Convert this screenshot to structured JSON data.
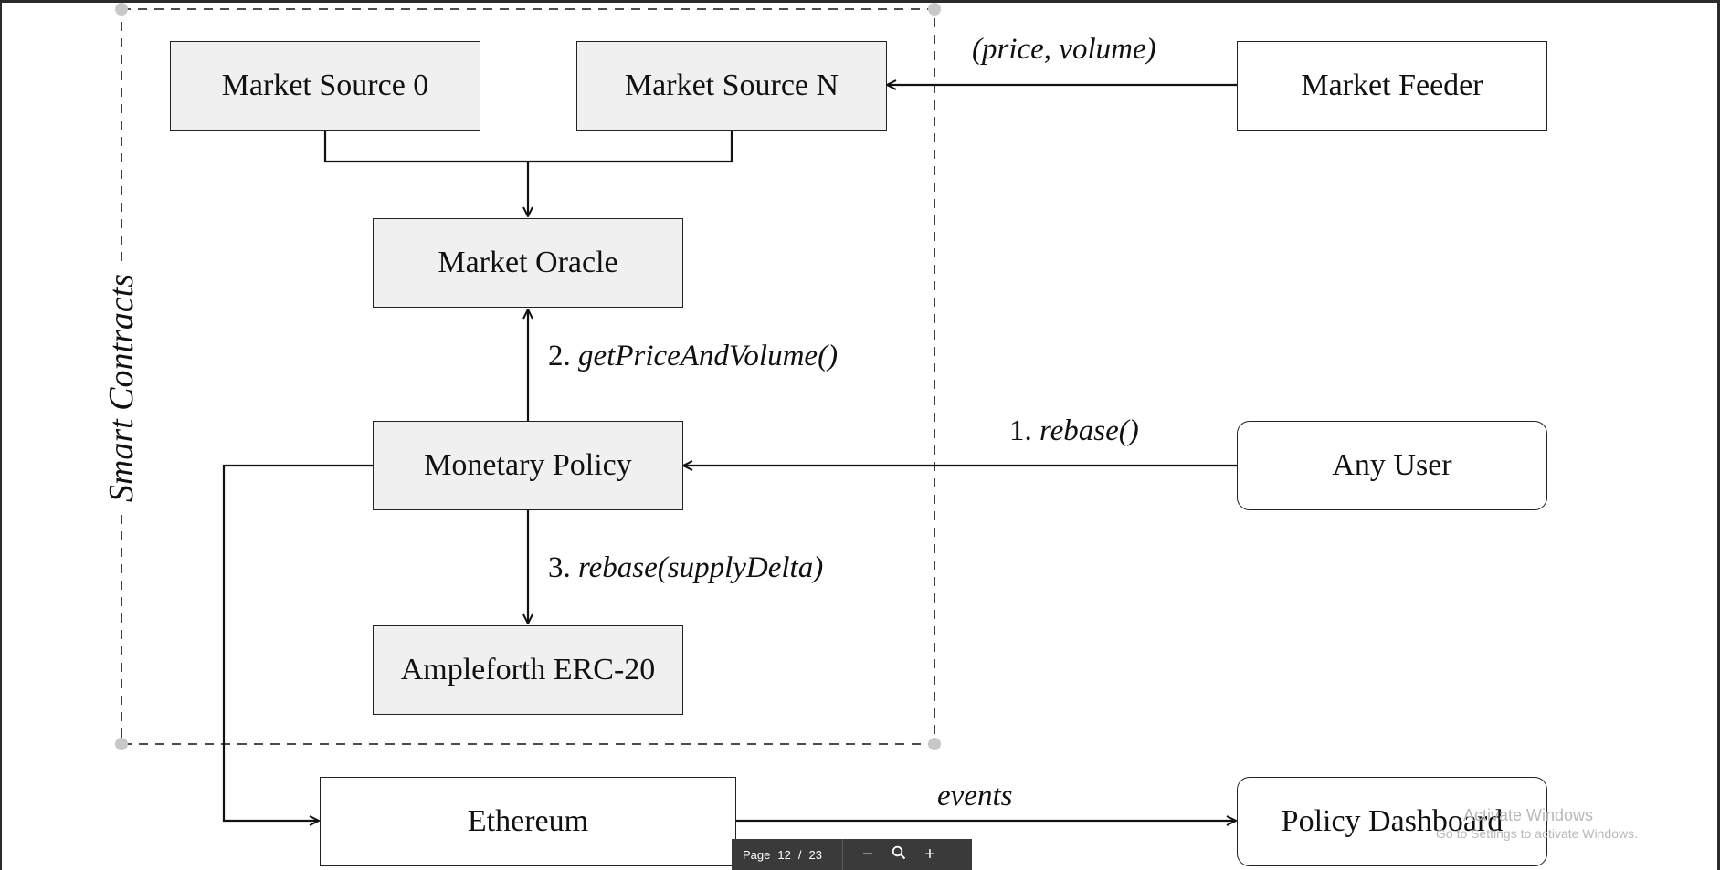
{
  "diagram": {
    "container_label": "Smart Contracts",
    "nodes": {
      "market_source_0": "Market Source 0",
      "market_source_n": "Market Source N",
      "market_feeder": "Market Feeder",
      "market_oracle": "Market Oracle",
      "monetary_policy": "Monetary Policy",
      "any_user": "Any User",
      "ampleforth_erc20": "Ampleforth ERC-20",
      "ethereum": "Ethereum",
      "policy_dashboard": "Policy Dashboard"
    },
    "edge_labels": {
      "feeder_to_source": "(price, volume)",
      "step1_prefix": "1.",
      "step1": "rebase()",
      "step2_prefix": "2.",
      "step2": "getPriceAndVolume()",
      "step3_prefix": "3.",
      "step3": "rebase(supplyDelta)",
      "events": "events"
    }
  },
  "viewer": {
    "page_label": "Page",
    "page_current": "12",
    "page_separator": "/",
    "page_total": "23",
    "zoom_out_symbol": "−",
    "search_icon": "magnifier-icon",
    "zoom_in_symbol": "+"
  },
  "watermark": {
    "title": "Activate Windows",
    "subtitle": "Go to Settings to activate Windows."
  }
}
